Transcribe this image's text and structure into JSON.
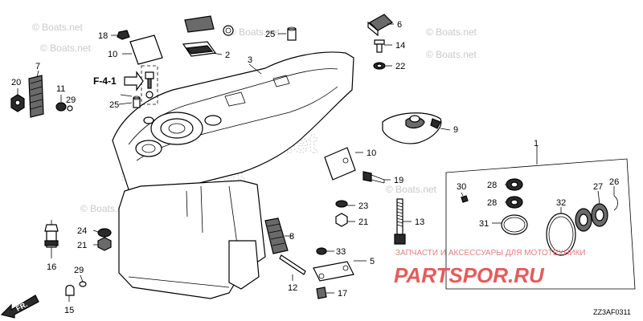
{
  "diagram": {
    "section_ref": "F-4-1",
    "drawing_code": "ZZ3AF0311",
    "front_marker": "FR.",
    "callouts": {
      "c1": "1",
      "c2": "2",
      "c3": "3",
      "c5": "5",
      "c6": "6",
      "c7": "7",
      "c8": "8",
      "c9": "9",
      "c10a": "10",
      "c10b": "10",
      "c11": "11",
      "c12": "12",
      "c13": "13",
      "c14": "14",
      "c15": "15",
      "c16": "16",
      "c17": "17",
      "c18": "18",
      "c19": "19",
      "c20": "20",
      "c21a": "21",
      "c21b": "21",
      "c22": "22",
      "c23": "23",
      "c24": "24",
      "c25a": "25",
      "c25b": "25",
      "c26": "26",
      "c27": "27",
      "c28a": "28",
      "c28b": "28",
      "c29a": "29",
      "c29b": "29",
      "c30": "30",
      "c31": "31",
      "c32": "32",
      "c33": "33"
    }
  },
  "watermarks": {
    "boats": "© Boats.net",
    "stripe": "Boats.net"
  },
  "promo": {
    "tagline": "ЗАПЧАСТИ И АКСЕССУАРЫ ДЛЯ МОТОТЕХНИКИ",
    "brand": "PARTSPOR.RU"
  },
  "colors": {
    "line": "#000000",
    "watermark": "#c9c9c9",
    "promo": "#e55b5b"
  }
}
